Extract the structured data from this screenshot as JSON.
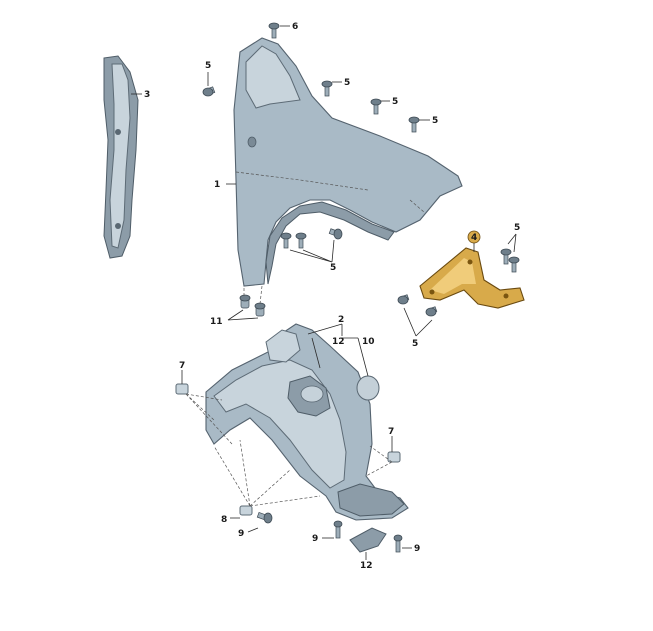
{
  "callouts": {
    "c1": "1",
    "c2": "2",
    "c3": "3",
    "c4": "4",
    "c5": "5",
    "c6": "6",
    "c7": "7",
    "c8": "8",
    "c9": "9",
    "c10": "10",
    "c11": "11",
    "c12": "12"
  },
  "colors": {
    "panel": "#a9bac6",
    "bracket_highlight": "#d8aa4a",
    "outline": "#55636f"
  }
}
